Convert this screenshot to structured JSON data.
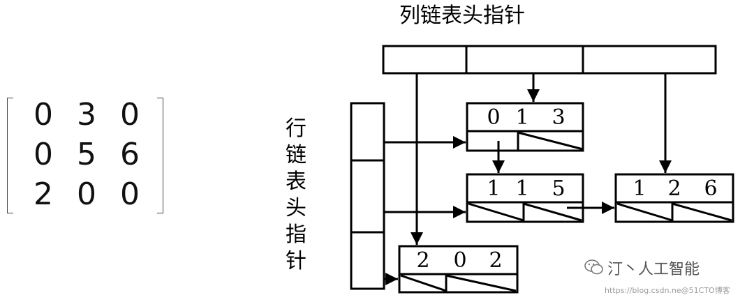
{
  "matrix": {
    "rows": [
      [
        "0",
        "3",
        "0"
      ],
      [
        "0",
        "5",
        "6"
      ],
      [
        "2",
        "0",
        "0"
      ]
    ]
  },
  "labels": {
    "column_heads": "列链表头指针",
    "row_heads": [
      "行",
      "链",
      "表",
      "头",
      "指",
      "针"
    ]
  },
  "nodes": [
    {
      "row": "0",
      "col": "1",
      "value": "3"
    },
    {
      "row": "1",
      "col": "1",
      "value": "5"
    },
    {
      "row": "1",
      "col": "2",
      "value": "6"
    },
    {
      "row": "2",
      "col": "0",
      "value": "2"
    }
  ],
  "watermark": {
    "text": "汀丶人工智能",
    "icon": "wechat-icon",
    "url": "https://blog.csdn.ne@51CTO博客"
  }
}
